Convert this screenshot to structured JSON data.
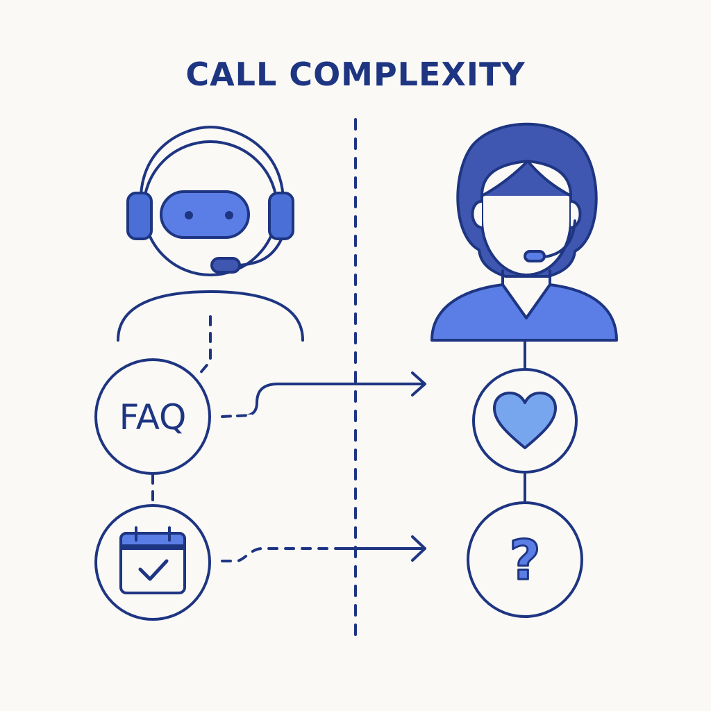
{
  "title": "CALL COMPLEXITY",
  "faq_label": "FAQ",
  "question_label": "?",
  "colors": {
    "navy": "#1E3582",
    "mid_blue": "#3F57B0",
    "light_blue": "#5B7EE6",
    "pale_blue": "#78A6EE",
    "background": "#FAF9F6"
  },
  "icons": {
    "left_agent": "robot-agent-with-headset",
    "right_agent": "human-agent-with-headset",
    "left_top": "faq-icon",
    "left_bottom": "calendar-check-icon",
    "right_top": "heart-icon",
    "right_bottom": "question-mark-icon"
  }
}
